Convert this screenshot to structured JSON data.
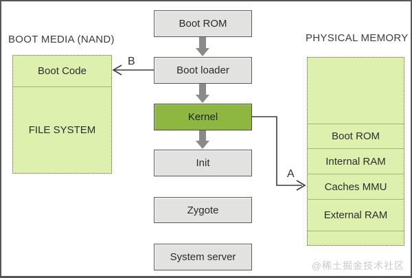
{
  "left_panel": {
    "title": "BOOT MEDIA (NAND)",
    "sections": [
      {
        "label": "Boot Code"
      },
      {
        "label": "FILE SYSTEM"
      }
    ]
  },
  "flow": {
    "boxes": [
      {
        "label": "Boot ROM"
      },
      {
        "label": "Boot loader"
      },
      {
        "label": "Kernel"
      },
      {
        "label": "Init"
      },
      {
        "label": "Zygote"
      },
      {
        "label": "System server"
      }
    ]
  },
  "right_panel": {
    "title": "PHYSICAL MEMORY",
    "sections": [
      {
        "label": "Boot ROM"
      },
      {
        "label": "Internal RAM"
      },
      {
        "label": "Caches MMU"
      },
      {
        "label": "External RAM"
      }
    ]
  },
  "connectors": {
    "a_label": "A",
    "b_label": "B"
  },
  "watermark": "@稀土掘金技术社区",
  "colors": {
    "panel_green": "#ddf0ad",
    "kernel_green": "#8eb741",
    "box_gray": "#e2e2e0",
    "block_arrow_gray": "#8a8a8a",
    "line_dark": "#3a3a3a"
  }
}
